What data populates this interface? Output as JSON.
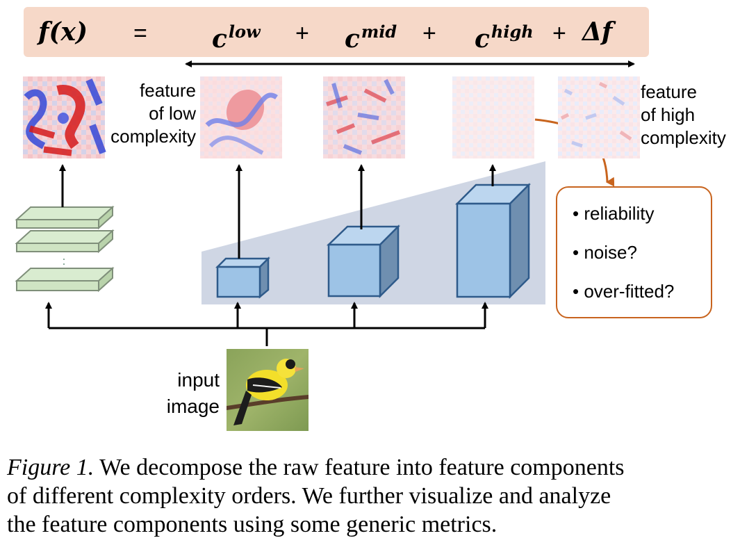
{
  "equation": {
    "f_of_x": "f(x)",
    "equals": "=",
    "c": "c",
    "low_sup": "low",
    "mid_sup": "mid",
    "high_sup": "high",
    "plus": "+",
    "delta_f": "Δf"
  },
  "labels": {
    "feature_low": [
      "feature",
      "of low",
      "complexity"
    ],
    "feature_high": [
      "feature",
      "of high",
      "complexity"
    ],
    "input_image": [
      "input",
      "image"
    ]
  },
  "callout": {
    "items": [
      "• reliability",
      "• noise?",
      "• over-fitted?"
    ]
  },
  "caption": {
    "figure_label": "Figure 1.",
    "lines": [
      " We decompose the raw feature into feature components",
      "of different complexity orders. We further visualize and analyze",
      "the feature components using some generic metrics."
    ]
  },
  "colors": {
    "equation_bg": "#f6d8c8",
    "layer_fill": "#cfe4c3",
    "cube_fill": "#9dc3e6",
    "callout_border": "#c8641e",
    "wedge_fill": "#cfd6e4"
  },
  "feature_maps": {
    "raw": "strong red-blue feature map",
    "low": "low complexity component",
    "mid": "mid complexity component",
    "high": "high complexity component",
    "delta": "residual component"
  }
}
